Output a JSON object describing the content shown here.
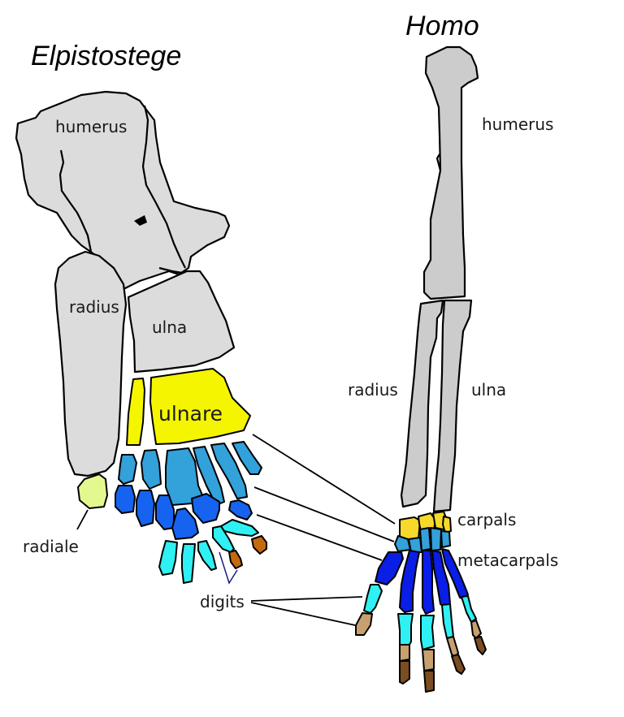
{
  "titles": {
    "left": "Elpistostege",
    "right": "Homo"
  },
  "labels": {
    "left": {
      "humerus": "humerus",
      "radius": "radius",
      "ulna": "ulna",
      "ulnare": "ulnare",
      "radiale": "radiale",
      "digits": "digits"
    },
    "right": {
      "humerus": "humerus",
      "radius": "radius",
      "ulna": "ulna",
      "carpals": "carpals",
      "metacarpals": "metacarpals"
    }
  },
  "legend_colors": {
    "bone": "#dcdcdc",
    "ulnare_carpal": "#f5f500",
    "carpal_row2": "#33a1da",
    "metacarpal_left": "#1663f0",
    "metacarpal_right": "#0a1ee6",
    "digits_proximal": "#2ff0f2",
    "radiale": "#e4f890",
    "digits_left_distal": "#c46a0e",
    "phalanx_mid": "#c8a070",
    "phalanx_distal": "#7b4d22"
  }
}
